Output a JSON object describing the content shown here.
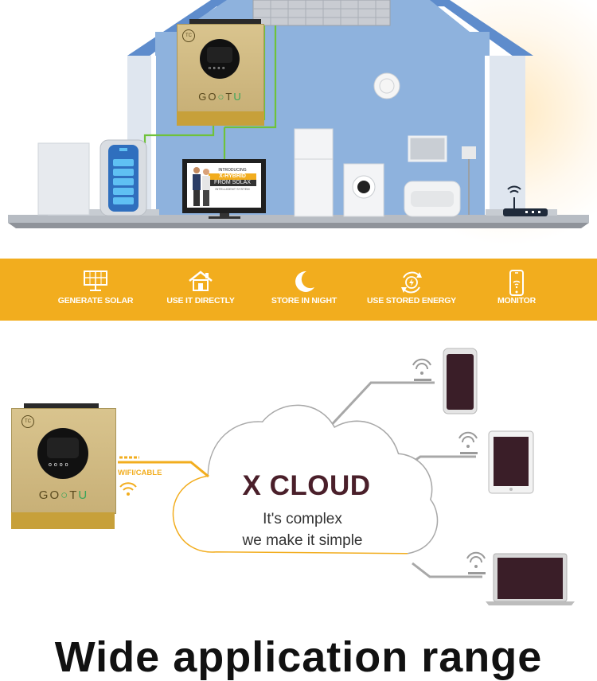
{
  "house": {
    "inverter_brand": "GO",
    "inverter_brand_suffix": "T",
    "inverter_brand_u": "U",
    "inverter_logo": "TC",
    "tv_line1": "INTRODUCING",
    "tv_line2": "X-HYBRID",
    "tv_line3": "FROM SOLAX",
    "tv_line4": "INTELLIGENT SYSTEM"
  },
  "features": [
    {
      "label": "GENERATE SOLAR",
      "icon": "solar-panel-icon"
    },
    {
      "label": "USE IT DIRECTLY",
      "icon": "house-icon"
    },
    {
      "label": "STORE IN NIGHT",
      "icon": "moon-icon"
    },
    {
      "label": "USE STORED ENERGY",
      "icon": "recycle-energy-icon"
    },
    {
      "label": "MONITOR",
      "icon": "phone-icon"
    }
  ],
  "cloud": {
    "title": "X CLOUD",
    "line1": "It's complex",
    "line2": "we make it simple",
    "wifi_label": "WIFI/CABLE",
    "inverter_brand": "GO",
    "inverter_brand_suffix": "T",
    "inverter_brand_u": "U",
    "inverter_logo": "TC"
  },
  "bottom_heading": "Wide application range",
  "colors": {
    "accent": "#f2ad1e",
    "title": "#4a1f2a",
    "house_wall": "#8eb2dd"
  }
}
